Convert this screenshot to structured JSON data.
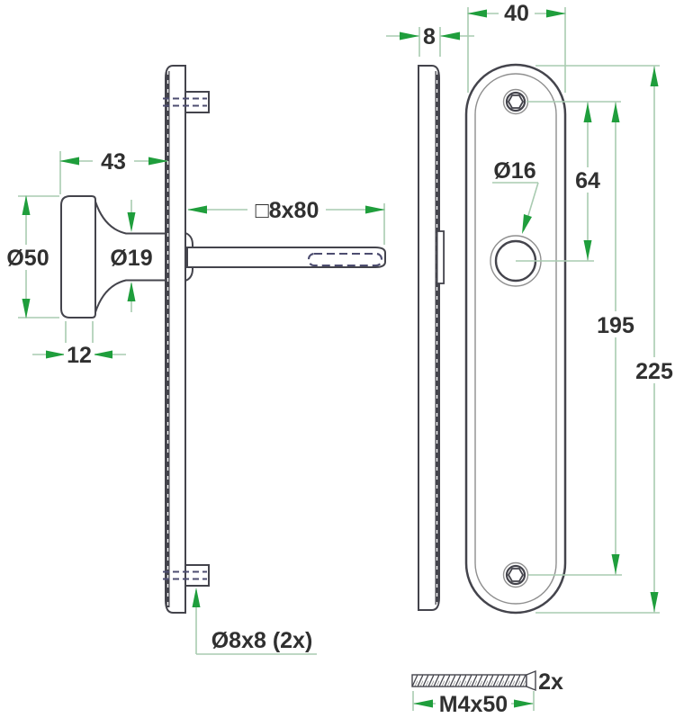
{
  "title": "Technical dimension drawing of door knob with long backplate and fixing screw",
  "colors": {
    "background": "#ffffff",
    "outline": "#44444c",
    "thin_outline": "#8f8f8f",
    "hidden_line": "#4d4d70",
    "dimension_line": "#a9cbb1",
    "dimension_arrow": "#1f9e3c",
    "dimension_text": "#303030"
  },
  "dims": {
    "knob_depth": "43",
    "knob_diameter": "Ø50",
    "stem_diameter": "Ø19",
    "knob_base_width": "12",
    "spindle_size": "□8x80",
    "fixing_boss": "Ø8x8 (2x)",
    "plate_thickness": "8",
    "plate_width": "40",
    "hole_diameter": "Ø16",
    "hole_offset": "64",
    "screw_spacing": "195",
    "plate_height": "225",
    "screw_quantity": "2x",
    "screw_size": "M4x50"
  }
}
